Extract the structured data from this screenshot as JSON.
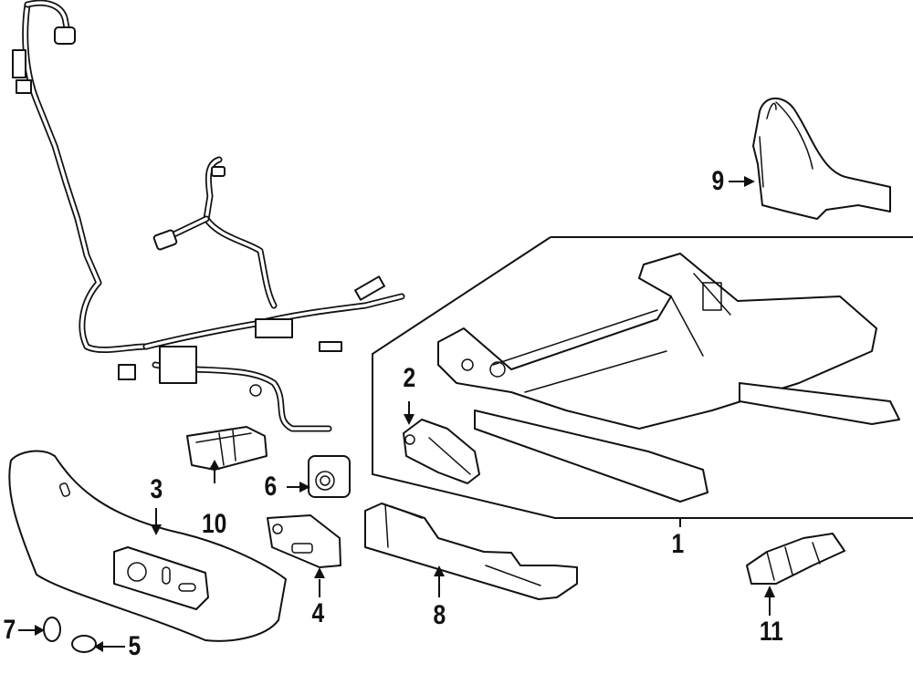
{
  "diagram": {
    "title": "Power Seat Components – Exploded Parts View",
    "callouts": [
      {
        "id": "1",
        "label": "1",
        "part": "seat-frame-track-assembly"
      },
      {
        "id": "2",
        "label": "2",
        "part": "adjuster-motor"
      },
      {
        "id": "3",
        "label": "3",
        "part": "side-shield-trim"
      },
      {
        "id": "4",
        "label": "4",
        "part": "seat-switch"
      },
      {
        "id": "5",
        "label": "5",
        "part": "switch-knob"
      },
      {
        "id": "6",
        "label": "6",
        "part": "switch-knob-round"
      },
      {
        "id": "7",
        "label": "7",
        "part": "knob-small"
      },
      {
        "id": "8",
        "label": "8",
        "part": "inner-trim-shield"
      },
      {
        "id": "9",
        "label": "9",
        "part": "recliner-cover"
      },
      {
        "id": "10",
        "label": "10",
        "part": "harness-connector"
      },
      {
        "id": "11",
        "label": "11",
        "part": "control-module-connector"
      }
    ],
    "colors": {
      "line": "#111111",
      "background": "#ffffff"
    }
  }
}
